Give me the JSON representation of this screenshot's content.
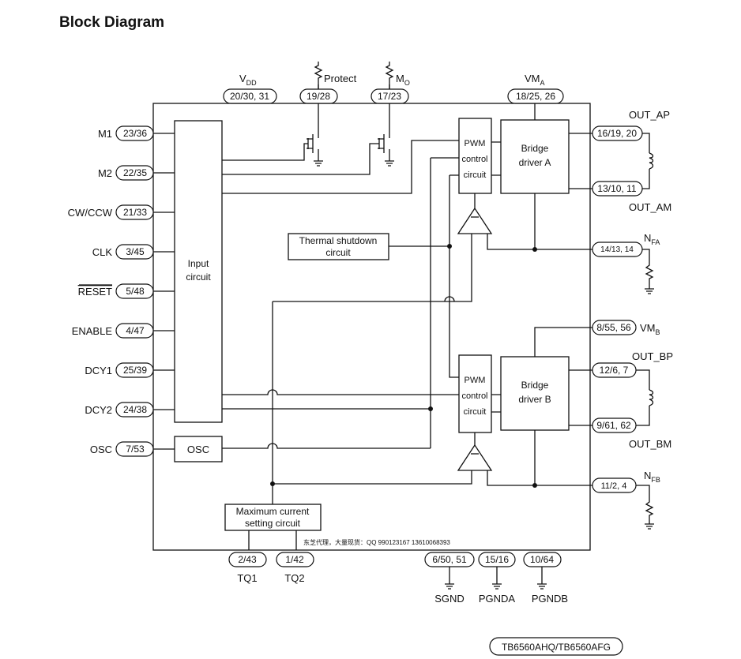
{
  "title": "Block Diagram",
  "chip": "TB6560AHQ/TB6560AFG",
  "watermark": "东芝代理，大量现货：QQ 990123167 13610068393",
  "blocks": {
    "input": [
      "Input",
      "circuit"
    ],
    "osc": "OSC",
    "thermal": [
      "Thermal shutdown",
      "circuit"
    ],
    "maxcur": [
      "Maximum current",
      "setting circuit"
    ],
    "pwm_a": [
      "PWM",
      "control",
      "circuit"
    ],
    "pwm_b": [
      "PWM",
      "control",
      "circuit"
    ],
    "bridge_a": [
      "Bridge",
      "driver A"
    ],
    "bridge_b": [
      "Bridge",
      "driver B"
    ]
  },
  "left_pins": [
    {
      "name": "M1",
      "pin": "23/36",
      "overline": false
    },
    {
      "name": "M2",
      "pin": "22/35",
      "overline": false
    },
    {
      "name": "CW/CCW",
      "pin": "21/33",
      "overline": false
    },
    {
      "name": "CLK",
      "pin": "3/45",
      "overline": false
    },
    {
      "name": "RESET",
      "pin": "5/48",
      "overline": true
    },
    {
      "name": "ENABLE",
      "pin": "4/47",
      "overline": false
    },
    {
      "name": "DCY1",
      "pin": "25/39",
      "overline": false
    },
    {
      "name": "DCY2",
      "pin": "24/38",
      "overline": false
    },
    {
      "name": "OSC",
      "pin": "7/53",
      "overline": false
    }
  ],
  "top_pins": [
    {
      "label": "V",
      "sub": "DD",
      "pin": "20/30, 31"
    },
    {
      "label": "Protect",
      "sub": "",
      "pin": "19/28"
    },
    {
      "label": "M",
      "sub": "O",
      "pin": "17/23"
    },
    {
      "label": "VM",
      "sub": "A",
      "pin": "18/25, 26"
    }
  ],
  "right_pins": [
    {
      "pin": "16/19, 20",
      "label": "OUT_AP",
      "sub": ""
    },
    {
      "pin": "13/10, 11",
      "label": "OUT_AM",
      "sub": ""
    },
    {
      "pin": "14/13, 14",
      "label": "N",
      "sub": "FA"
    },
    {
      "pin": "8/55, 56",
      "label": "VM",
      "sub": "B"
    },
    {
      "pin": "12/6, 7",
      "label": "OUT_BP",
      "sub": ""
    },
    {
      "pin": "9/61, 62",
      "label": "OUT_BM",
      "sub": ""
    },
    {
      "pin": "11/2, 4",
      "label": "N",
      "sub": "FB"
    }
  ],
  "bottom_pins": [
    {
      "pin": "2/43",
      "label": "TQ1"
    },
    {
      "pin": "1/42",
      "label": "TQ2"
    },
    {
      "pin": "6/50, 51",
      "label": "SGND"
    },
    {
      "pin": "15/16",
      "label": "PGNDA"
    },
    {
      "pin": "10/64",
      "label": "PGNDB"
    }
  ]
}
